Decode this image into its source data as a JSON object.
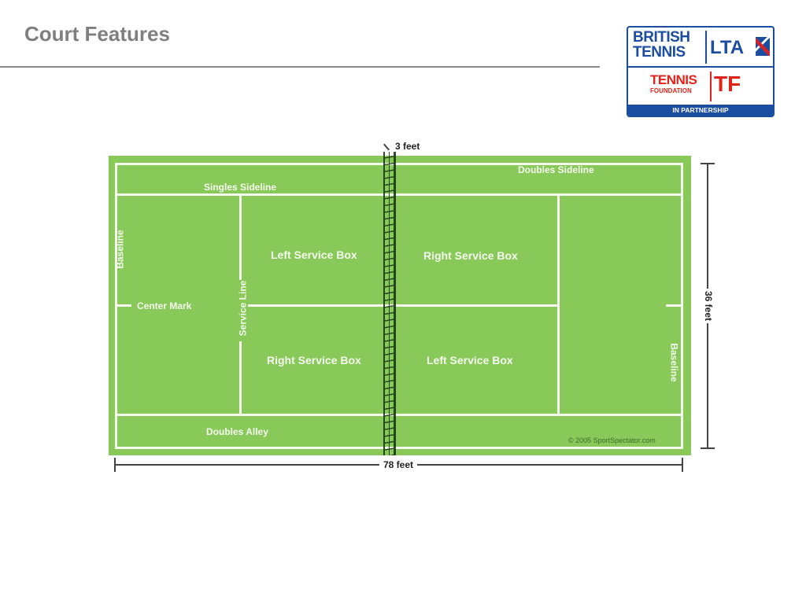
{
  "slide": {
    "title": "Court Features"
  },
  "logo": {
    "line1": "BRITISH",
    "line2": "TENNIS",
    "lta": "LTA",
    "tennis": "TENNIS",
    "foundation": "FOUNDATION",
    "tf": "TF",
    "partnership": "IN PARTNERSHIP",
    "colors": {
      "blue": "#1b4da0",
      "red": "#e2231a"
    }
  },
  "court": {
    "colors": {
      "surface": "#88c95a",
      "lines": "#f5fbee",
      "net": "#1a3a12"
    },
    "labels": {
      "singles_sideline": "Singles Sideline",
      "doubles_sideline": "Doubles Sideline",
      "baseline_left": "Baseline",
      "baseline_right": "Baseline",
      "center_mark": "Center Mark",
      "service_line": "Service Line",
      "left_service_box_1": "Left Service Box",
      "right_service_box_1": "Right Service Box",
      "right_service_box_2": "Right Service Box",
      "left_service_box_2": "Left Service Box",
      "doubles_alley": "Doubles Alley",
      "copyright": "© 2005 SportSpectator.com"
    },
    "dimensions": {
      "net_height": "3 feet",
      "width": "36 feet",
      "length": "78 feet"
    }
  }
}
